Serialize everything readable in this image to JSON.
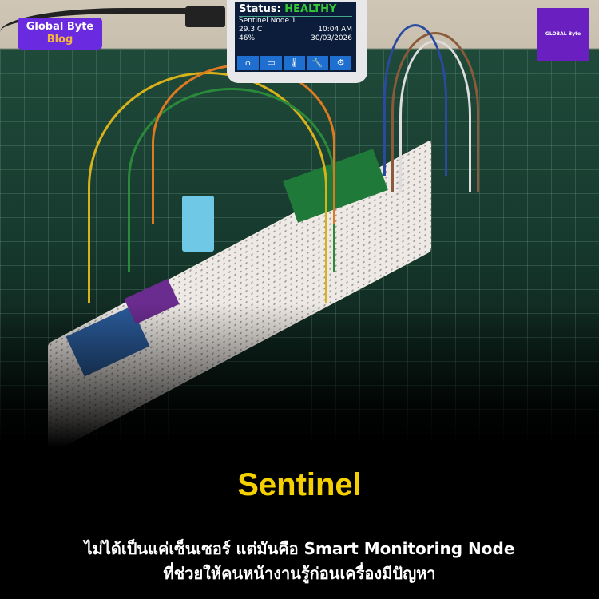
{
  "brand": {
    "logo_line1": "Global Byte",
    "logo_line2": "Blog",
    "corner_logo": "GLOBAL Byte"
  },
  "device_screen": {
    "status_label": "Status:",
    "status_value": "HEALTHY",
    "node_name": "Sentinel Node 1",
    "temperature": "29.3 C",
    "time": "10:04 AM",
    "humidity": "46%",
    "date": "30/03/2026",
    "icons": [
      "home-icon",
      "sensor-icon",
      "thermometer-icon",
      "wrench-icon",
      "gear-icon"
    ]
  },
  "headline": "Sentinel",
  "subtitle_line1": "ไม่ได้เป็นแค่เซ็นเซอร์ แต่มันคือ Smart Monitoring Node",
  "subtitle_line2": "ที่ช่วยให้คนหน้างานรู้ก่อนเครื่องมีปัญหา",
  "colors": {
    "headline": "#f5d000",
    "logo_bg": "#6a2be0",
    "background": "#000000"
  }
}
